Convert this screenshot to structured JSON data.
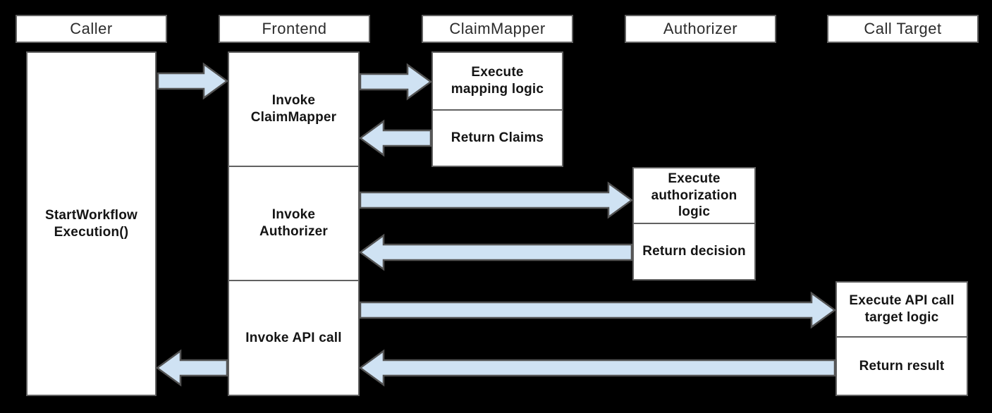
{
  "diagram": {
    "type": "sequence-workflow-diagram",
    "lifelines": [
      {
        "label": "Caller"
      },
      {
        "label": "Frontend"
      },
      {
        "label": "ClaimMapper"
      },
      {
        "label": "Authorizer"
      },
      {
        "label": "Call Target"
      }
    ],
    "activities": {
      "caller_start": "StartWorkflow\nExecution()",
      "frontend_invoke_claimmapper": "Invoke\nClaimMapper",
      "frontend_invoke_authorizer": "Invoke\nAuthorizer",
      "frontend_invoke_api_call": "Invoke API call",
      "claimmapper_execute": "Execute\nmapping logic",
      "claimmapper_return": "Return Claims",
      "authorizer_execute": "Execute\nauthorization\nlogic",
      "authorizer_return": "Return decision",
      "calltarget_execute": "Execute API call\ntarget logic",
      "calltarget_return": "Return result"
    },
    "flows": [
      {
        "from": "Caller",
        "to": "Frontend"
      },
      {
        "from": "Frontend",
        "to": "ClaimMapper"
      },
      {
        "from": "ClaimMapper",
        "to": "Frontend"
      },
      {
        "from": "Frontend",
        "to": "Authorizer"
      },
      {
        "from": "Authorizer",
        "to": "Frontend"
      },
      {
        "from": "Frontend",
        "to": "Call Target"
      },
      {
        "from": "Call Target",
        "to": "Frontend"
      },
      {
        "from": "Frontend",
        "to": "Caller"
      }
    ]
  },
  "colors": {
    "background": "#000000",
    "box_fill": "#ffffff",
    "box_border": "#616161",
    "arrow_fill": "#cfe2f3",
    "arrow_stroke": "#535353",
    "header_text": "#2b2b2b",
    "activity_text": "#141414"
  }
}
